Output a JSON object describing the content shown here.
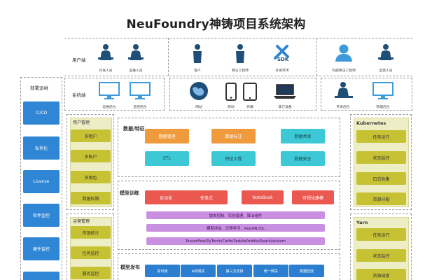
{
  "title": "NeuFoundry神铸项目系统架构",
  "user_row": {
    "label": "用户端",
    "items": [
      "开发人员",
      "运维人员",
      "客户",
      "算法工程师",
      "开发SDK",
      "内部算法工程师",
      "运营人员"
    ]
  },
  "system_row": {
    "label": "系统端",
    "items": [
      "运维后台",
      "监控后台",
      "网站",
      "移动",
      "终端",
      "其它设备",
      "开发后台",
      "管理后台"
    ]
  },
  "deploy_ops": {
    "label": "部署运维",
    "items": [
      "CI/CD",
      "私有化",
      "License",
      "软件监控",
      "硬件监控"
    ]
  },
  "user_mgmt": {
    "label": "用户管理",
    "items": [
      "多租户",
      "多账户",
      "多角色",
      "数据权限"
    ]
  },
  "ops_mgmt": {
    "label": "运营管理",
    "items": [
      "资源统计",
      "任务监控",
      "服务监控"
    ]
  },
  "data_section": {
    "label": "数据/特征",
    "items": [
      "数据管理",
      "数据标注",
      "数据共享",
      "ETL",
      "特征工程",
      "数据安全"
    ]
  },
  "model_train": {
    "label": "模型训练",
    "items": [
      "自动化",
      "任务式",
      "NoteBook",
      "可视化建模"
    ],
    "bars": [
      "版本控制、实验管理、算法组件",
      "模型评估、迁移学习、AutoML/DL",
      "Tensorflow/PyTorch/Caffe/PaddlePaddle/Spark/sklearn"
    ]
  },
  "model_release": {
    "label": "模型发布",
    "items": [
      "高可用",
      "A/B测试",
      "第三方支持",
      "统一网关",
      "数据回流"
    ]
  },
  "kubernetes": {
    "label": "Kubernetes",
    "items": [
      "任务运行",
      "状态监控",
      "日志收集",
      "资源分配"
    ]
  },
  "yarn": {
    "label": "Yarn",
    "items": [
      "任务运行",
      "状态监控",
      "资源调度"
    ]
  },
  "colors": {
    "blue": "#2f86d4",
    "olive": "#c7c234",
    "orange": "#f09a3e",
    "teal": "#3cc9d5",
    "red": "#ea584f",
    "purple": "#c98fe0",
    "icon_dark": "#1f4e79"
  }
}
